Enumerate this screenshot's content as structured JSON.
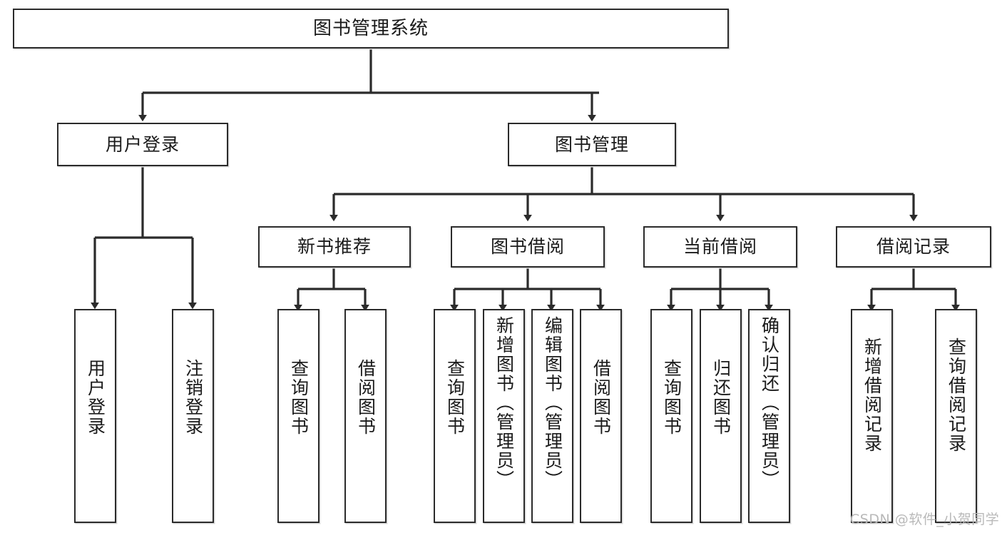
{
  "diagram": {
    "title": "图书管理系统",
    "watermark": "CSDN @软件_小贺同学",
    "colors": {
      "stroke": "#2b2b2b",
      "fill": "#ffffff",
      "shadow": "#d8d8d8",
      "watermark": "#b9b9b9"
    },
    "nodes": {
      "root": {
        "label": "图书管理系统"
      },
      "level2": [
        {
          "label": "用户登录"
        },
        {
          "label": "图书管理"
        }
      ],
      "level3": [
        {
          "label": "新书推荐"
        },
        {
          "label": "图书借阅"
        },
        {
          "label": "当前借阅"
        },
        {
          "label": "借阅记录"
        }
      ],
      "leaves": {
        "user_login": [
          {
            "label": "用户登录"
          },
          {
            "label": "注销登录"
          }
        ],
        "new_book": [
          {
            "label": "查询图书"
          },
          {
            "label": "借阅图书"
          }
        ],
        "book_borrow": [
          {
            "label": "查询图书"
          },
          {
            "label": "新增图书（管理员）"
          },
          {
            "label": "编辑图书（管理员）"
          },
          {
            "label": "借阅图书"
          }
        ],
        "current_borrow": [
          {
            "label": "查询图书"
          },
          {
            "label": "归还图书"
          },
          {
            "label": "确认归还（管理员）"
          }
        ],
        "borrow_record": [
          {
            "label": "新增借阅记录"
          },
          {
            "label": "查询借阅记录"
          }
        ]
      }
    }
  }
}
